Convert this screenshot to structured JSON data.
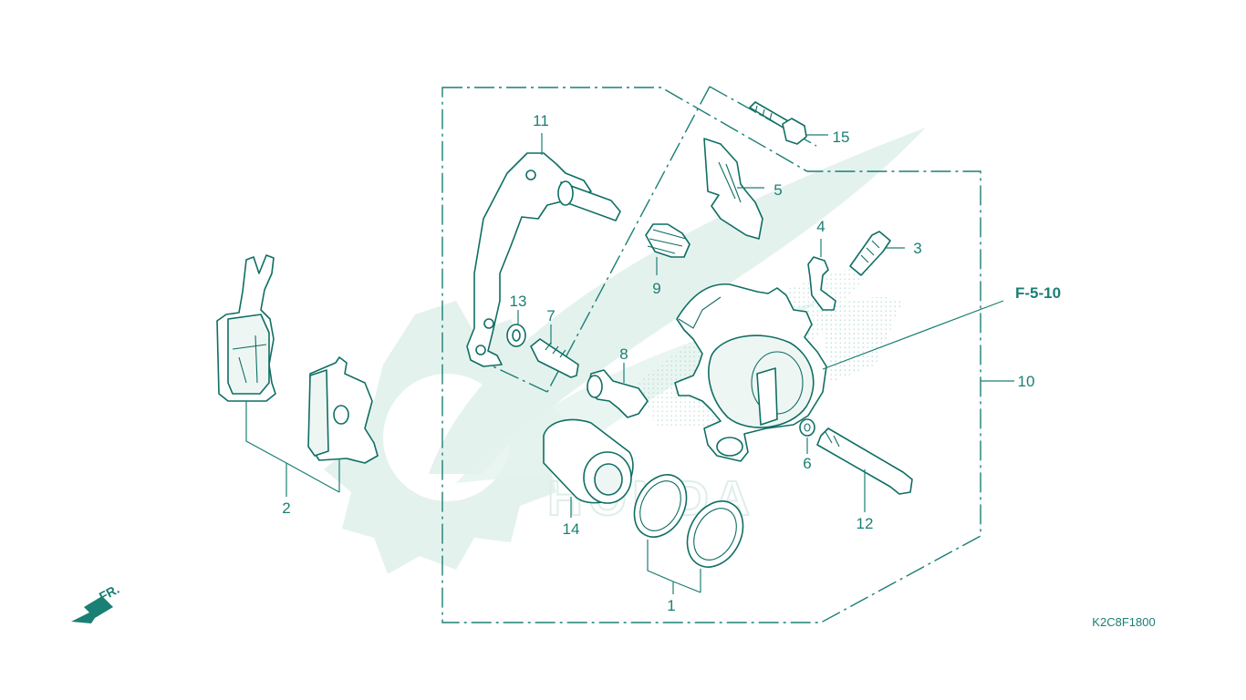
{
  "parts": [
    {
      "id": "1",
      "label": "1"
    },
    {
      "id": "2",
      "label": "2"
    },
    {
      "id": "3",
      "label": "3"
    },
    {
      "id": "4",
      "label": "4"
    },
    {
      "id": "5",
      "label": "5"
    },
    {
      "id": "6",
      "label": "6"
    },
    {
      "id": "7",
      "label": "7"
    },
    {
      "id": "8",
      "label": "8"
    },
    {
      "id": "9",
      "label": "9"
    },
    {
      "id": "10",
      "label": "10"
    },
    {
      "id": "11",
      "label": "11"
    },
    {
      "id": "12",
      "label": "12"
    },
    {
      "id": "13",
      "label": "13"
    },
    {
      "id": "14",
      "label": "14"
    },
    {
      "id": "15",
      "label": "15"
    }
  ],
  "reference": "F-5-10",
  "diagram_code": "K2C8F1800",
  "direction_label": "FR.",
  "watermark": "HONDA",
  "colors": {
    "line": "#0f6e63",
    "label": "#1a7f74",
    "watermark": "#e4f2ee"
  }
}
